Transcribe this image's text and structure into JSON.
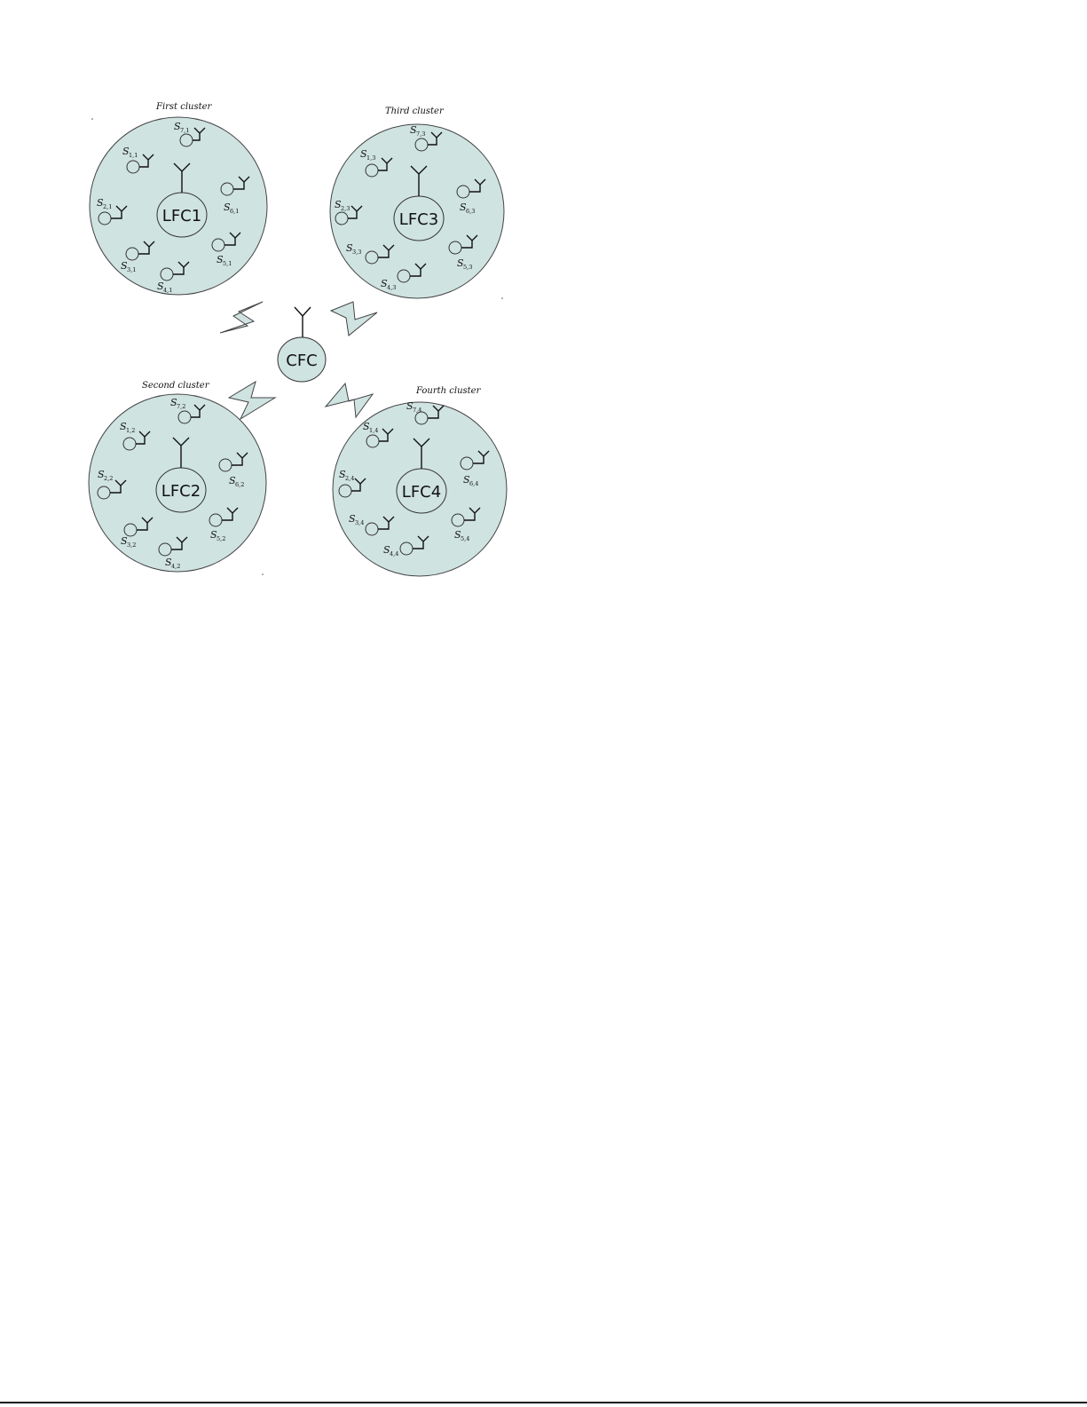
{
  "central": {
    "label": "CFC"
  },
  "clusters": [
    {
      "caption": "First cluster",
      "controller": "LFC1",
      "sensors": [
        {
          "main": "S",
          "sub": "7,1"
        },
        {
          "main": "S",
          "sub": "1,1"
        },
        {
          "main": "S",
          "sub": "6,1"
        },
        {
          "main": "S",
          "sub": "2,1"
        },
        {
          "main": "S",
          "sub": "5,1"
        },
        {
          "main": "S",
          "sub": "3,1"
        },
        {
          "main": "S",
          "sub": "4,1"
        }
      ]
    },
    {
      "caption": "Second cluster",
      "controller": "LFC2",
      "sensors": [
        {
          "main": "S",
          "sub": "7,2"
        },
        {
          "main": "S",
          "sub": "1,2"
        },
        {
          "main": "S",
          "sub": "6,2"
        },
        {
          "main": "S",
          "sub": "2,2"
        },
        {
          "main": "S",
          "sub": "5,2"
        },
        {
          "main": "S",
          "sub": "3,2"
        },
        {
          "main": "S",
          "sub": "4,2"
        }
      ]
    },
    {
      "caption": "Third cluster",
      "controller": "LFC3",
      "sensors": [
        {
          "main": "S",
          "sub": "7,3"
        },
        {
          "main": "S",
          "sub": "1,3"
        },
        {
          "main": "S",
          "sub": "6,3"
        },
        {
          "main": "S",
          "sub": "2,3"
        },
        {
          "main": "S",
          "sub": "5,3"
        },
        {
          "main": "S",
          "sub": "3,3"
        },
        {
          "main": "S",
          "sub": "4,3"
        }
      ]
    },
    {
      "caption": "Fourth cluster",
      "controller": "LFC4",
      "sensors": [
        {
          "main": "S",
          "sub": "7,4"
        },
        {
          "main": "S",
          "sub": "1,4"
        },
        {
          "main": "S",
          "sub": "6,4"
        },
        {
          "main": "S",
          "sub": "2,4"
        },
        {
          "main": "S",
          "sub": "5,4"
        },
        {
          "main": "S",
          "sub": "3,4"
        },
        {
          "main": "S",
          "sub": "4,4"
        }
      ]
    }
  ]
}
